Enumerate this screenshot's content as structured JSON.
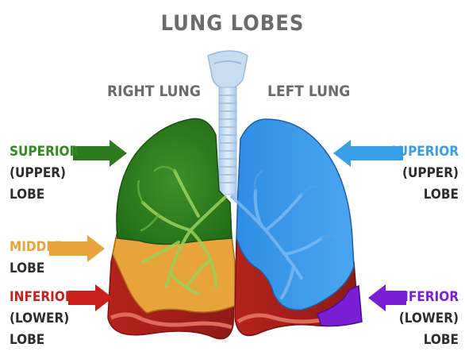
{
  "title": "LUNG LOBES",
  "right_lung": "RIGHT LUNG",
  "left_lung": "LEFT LUNG",
  "labels": {
    "right_superior": {
      "l1": "SUPERIOR",
      "l2": "(UPPER)",
      "l3": "LOBE",
      "color": "#2e8b1e"
    },
    "right_middle": {
      "l1": "MIDDLE",
      "l2": "LOBE",
      "color": "#e8a33b"
    },
    "right_inferior": {
      "l1": "INFERIOR",
      "l2": "(LOWER)",
      "l3": "LOBE",
      "color": "#c9201c"
    },
    "left_superior": {
      "l1": "SUPERIOR",
      "l2": "(UPPER)",
      "l3": "LOBE",
      "color": "#3a9ee6"
    },
    "left_inferior": {
      "l1": "INFERIOR",
      "l2": "(LOWER)",
      "l3": "LOBE",
      "color": "#7b1fd6"
    }
  }
}
